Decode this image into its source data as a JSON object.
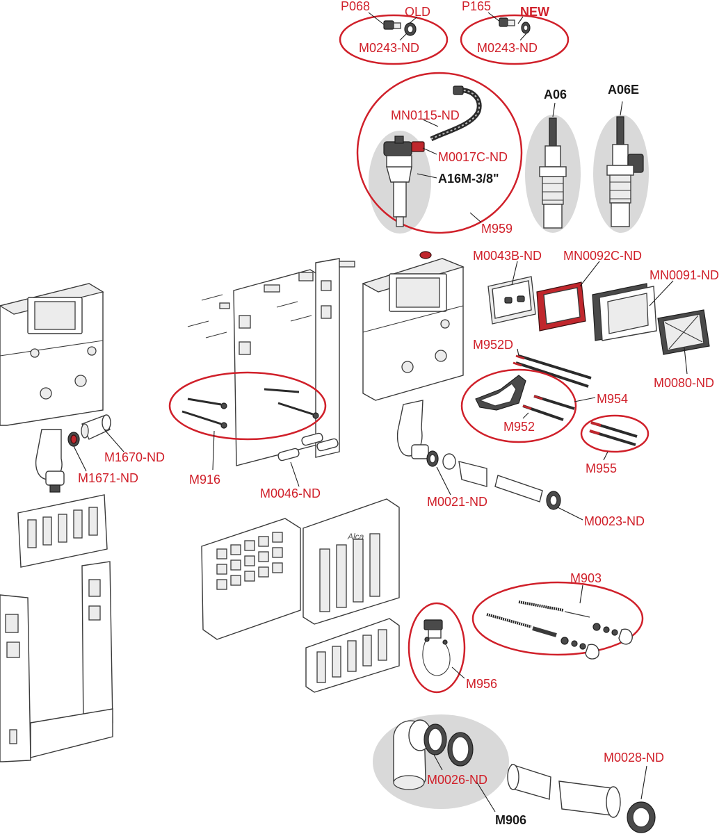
{
  "labels": {
    "p068": "P068",
    "old": "OLD",
    "p165": "P165",
    "new": "NEW",
    "m0243_old": "M0243-ND",
    "m0243_new": "M0243-ND",
    "mn0115": "MN0115-ND",
    "m0017c": "M0017C-ND",
    "a16m": "A16M-3/8\"",
    "m959": "M959",
    "a06": "A06",
    "a06e": "A06E",
    "m0043b": "M0043B-ND",
    "mn0092c": "MN0092C-ND",
    "mn0091": "MN0091-ND",
    "m0080": "M0080-ND",
    "m952d": "M952D",
    "m954": "M954",
    "m952": "M952",
    "m955": "M955",
    "m1670": "M1670-ND",
    "m1671": "M1671-ND",
    "m916": "M916",
    "m0046": "M0046-ND",
    "m0021": "M0021-ND",
    "m0023": "M0023-ND",
    "m903": "M903",
    "m956": "M956",
    "m0026": "M0026-ND",
    "m906": "M906",
    "m0028": "M0028-ND"
  },
  "cover_logo": "Alca",
  "colors": {
    "label_red": "#d0202a",
    "label_dark": "#1a1a1a",
    "highlight_gray": "#d9d9d9",
    "outline": "#3a3a3a",
    "gasket_red": "#c0272d"
  }
}
